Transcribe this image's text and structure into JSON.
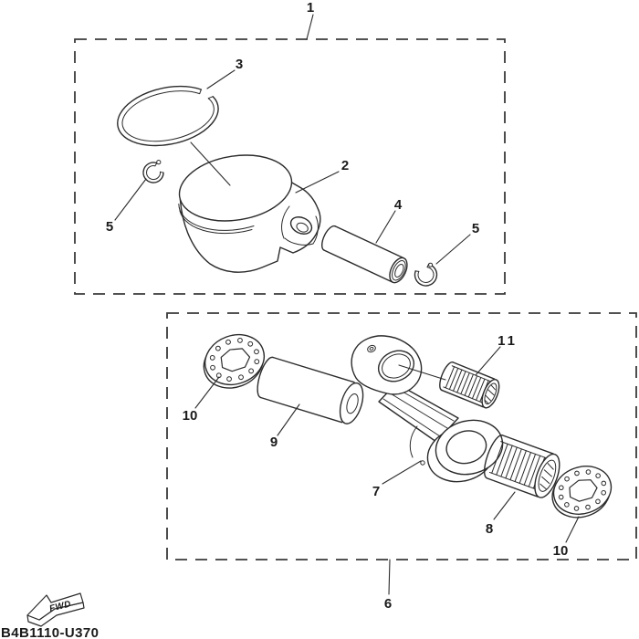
{
  "page": {
    "background": "#ffffff",
    "line_color": "#2b2b2b"
  },
  "diagram": {
    "drawing_code": "B4B1110-U370",
    "fwd_label": "FWD",
    "callouts": {
      "c1": "1",
      "c2": "2",
      "c3": "3",
      "c4": "4",
      "c5a": "5",
      "c5b": "5",
      "c6": "6",
      "c7": "7",
      "c8": "8",
      "c9": "9",
      "c10a": "10",
      "c10b": "10",
      "c11": "11"
    }
  }
}
